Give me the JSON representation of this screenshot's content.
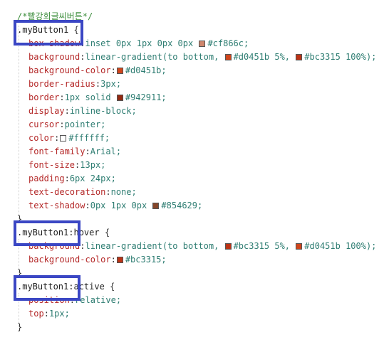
{
  "editor": {
    "comment": "/*빨강회글씨버튼*/",
    "rules": [
      {
        "selector": ".myButton1",
        "pseudo": "",
        "open": " {",
        "declarations": [
          {
            "prop": "box-shadow",
            "value": "inset 0px 1px 0px 0px ",
            "swatch": "#cf866c",
            "value_after": "#cf866c;"
          },
          {
            "prop": "background",
            "value": "linear-gradient(to bottom, ",
            "swatch": "#d0451b",
            "value_after": "#d0451b 5%, ",
            "swatch2": "#bc3315",
            "value_after2": "#bc3315 100%);"
          },
          {
            "prop": "background-color",
            "value": "",
            "swatch": "#d0451b",
            "value_after": "#d0451b;"
          },
          {
            "prop": "border-radius",
            "value": "3px;"
          },
          {
            "prop": "border",
            "value": "1px solid ",
            "swatch": "#942911",
            "value_after": "#942911;"
          },
          {
            "prop": "display",
            "value": "inline-block;"
          },
          {
            "prop": "cursor",
            "value": "pointer;"
          },
          {
            "prop": "color",
            "value": "",
            "swatch": "#ffffff",
            "value_after": "#ffffff;"
          },
          {
            "prop": "font-family",
            "value": "Arial;"
          },
          {
            "prop": "font-size",
            "value": "13px;"
          },
          {
            "prop": "padding",
            "value": "6px 24px;"
          },
          {
            "prop": "text-decoration",
            "value": "none;"
          },
          {
            "prop": "text-shadow",
            "value": "0px 1px 0px ",
            "swatch": "#854629",
            "value_after": "#854629;"
          }
        ],
        "close": "}"
      },
      {
        "selector": ".myButton1",
        "pseudo": ":hover",
        "open": " {",
        "declarations": [
          {
            "prop": "background",
            "value": "linear-gradient(to bottom, ",
            "swatch": "#bc3315",
            "value_after": "#bc3315 5%, ",
            "swatch2": "#d0451b",
            "value_after2": "#d0451b 100%);"
          },
          {
            "prop": "background-color",
            "value": "",
            "swatch": "#bc3315",
            "value_after": "#bc3315;"
          }
        ],
        "close": "}"
      },
      {
        "selector": ".myButton1",
        "pseudo": ":active",
        "open": " {",
        "declarations": [
          {
            "prop": "position",
            "value": "relative;"
          },
          {
            "prop": "top",
            "value": "1px;"
          }
        ],
        "close": "}"
      }
    ]
  },
  "colors": {
    "highlight_box": "#3b47c4",
    "property": "#b42828",
    "value": "#2e7d72",
    "comment": "#3f8f3f"
  }
}
